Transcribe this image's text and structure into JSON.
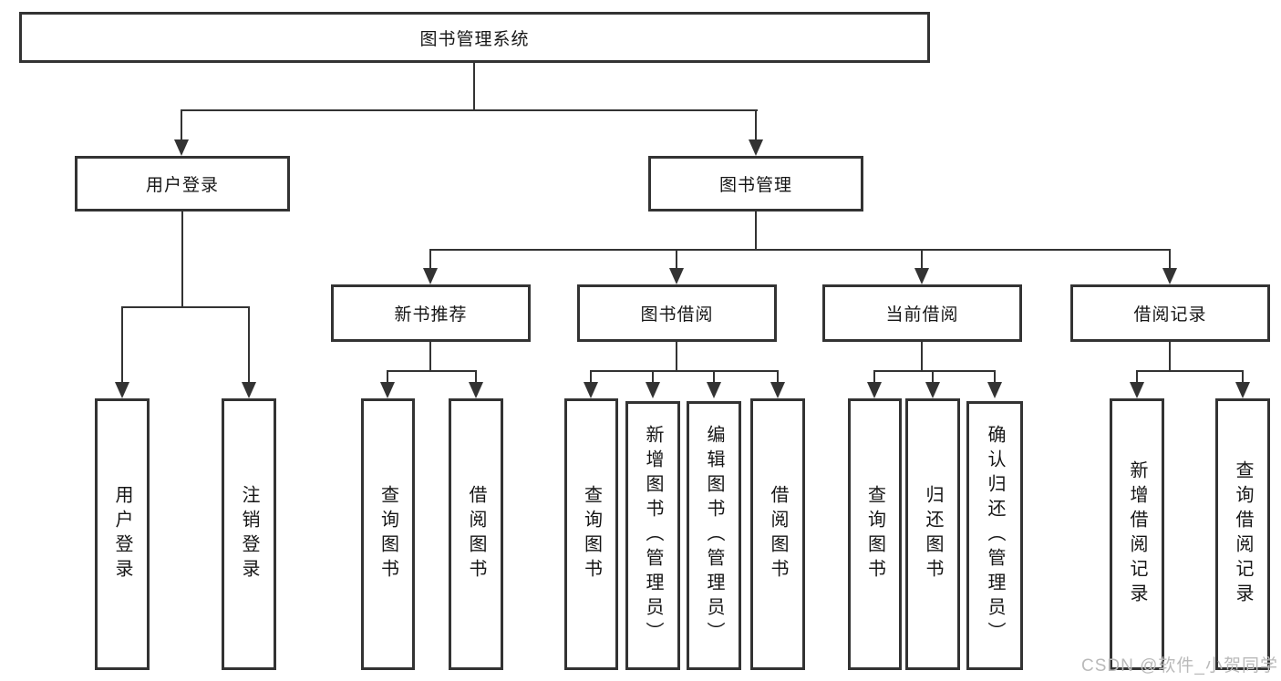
{
  "diagram": {
    "root_label": "图书管理系统",
    "level2": [
      {
        "label": "用户登录"
      },
      {
        "label": "图书管理"
      }
    ],
    "level3": [
      {
        "label": "新书推荐"
      },
      {
        "label": "图书借阅"
      },
      {
        "label": "当前借阅"
      },
      {
        "label": "借阅记录"
      }
    ],
    "leaves": [
      {
        "label": "用户登录"
      },
      {
        "label": "注销登录"
      },
      {
        "label": "查询图书"
      },
      {
        "label": "借阅图书"
      },
      {
        "label": "查询图书"
      },
      {
        "label": "新增图书（管理员）"
      },
      {
        "label": "编辑图书（管理员）"
      },
      {
        "label": "借阅图书"
      },
      {
        "label": "查询图书"
      },
      {
        "label": "归还图书"
      },
      {
        "label": "确认归还（管理员）"
      },
      {
        "label": "新增借阅记录"
      },
      {
        "label": "查询借阅记录"
      }
    ],
    "watermark": "CSDN @软件_小贺同学",
    "colors": {
      "line": "#333333",
      "text": "#161616",
      "watermark": "#bababa",
      "background": "#ffffff"
    }
  }
}
